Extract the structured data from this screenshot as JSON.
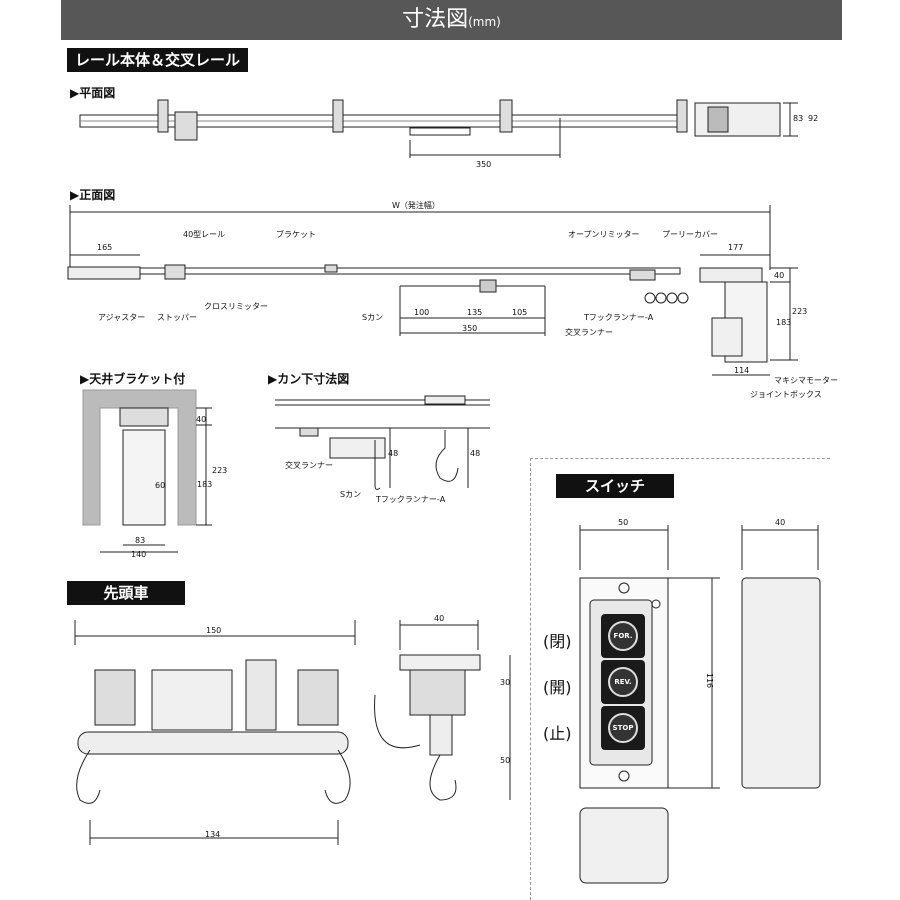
{
  "header": {
    "title": "寸法図",
    "unit": "(mm)"
  },
  "section_rail": "レール本体＆交叉レール",
  "plan_view": {
    "label": "▶平面図",
    "dims": {
      "d350": "350",
      "d83": "83",
      "d92": "92"
    }
  },
  "front_view": {
    "label": "▶正面図",
    "w": "W（発注幅）",
    "d165": "165",
    "d177": "177",
    "d40": "40",
    "d223": "223",
    "d183": "183",
    "d100": "100",
    "d135": "135",
    "d105": "105",
    "d350": "350",
    "d114": "114",
    "parts": {
      "rail40": "40型レール",
      "bracket": "ブラケット",
      "open_limiter": "オープンリミッター",
      "pulley_cover": "プーリーカバー",
      "adjuster": "アジャスター",
      "stopper": "ストッパー",
      "cross_limiter": "クロスリミッター",
      "s_hook": "Sカン",
      "t_runner": "Tフックランナー-A",
      "cross_runner": "交叉ランナー",
      "motor": "マキシマモーター",
      "joint_box": "ジョイントボックス"
    }
  },
  "ceiling": {
    "label": "▶天井ブラケット付",
    "d40": "40",
    "d223": "223",
    "d183": "183",
    "d60": "60",
    "d83": "83",
    "d140": "140"
  },
  "hook_dim": {
    "label": "▶カン下寸法図",
    "d48a": "48",
    "d48b": "48",
    "cross_runner": "交叉ランナー",
    "s_hook": "Sカン",
    "t_runner": "Tフックランナー-A"
  },
  "lead_car": {
    "title": "先頭車",
    "d150": "150",
    "d134": "134",
    "d40": "40",
    "d30": "30",
    "d50": "50"
  },
  "switch": {
    "title": "スイッチ",
    "d50": "50",
    "d40": "40",
    "d116": "116",
    "buttons": [
      {
        "side": "(閉)",
        "text": "FOR."
      },
      {
        "side": "(開)",
        "text": "REV."
      },
      {
        "side": "(止)",
        "text": "STOP"
      }
    ]
  }
}
